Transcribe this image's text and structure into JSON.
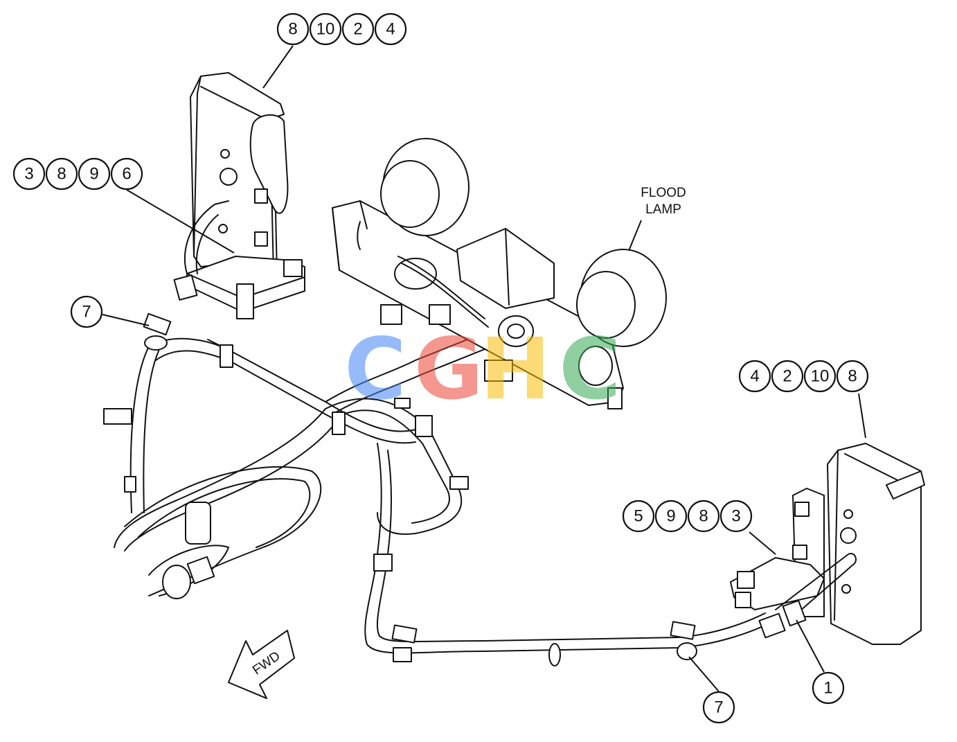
{
  "callout_groups": [
    {
      "id": "top-left-lamp",
      "numbers": [
        "8",
        "10",
        "2",
        "4"
      ]
    },
    {
      "id": "left-bracket",
      "numbers": [
        "3",
        "8",
        "9",
        "6"
      ]
    },
    {
      "id": "right-lamp",
      "numbers": [
        "4",
        "2",
        "10",
        "8"
      ]
    },
    {
      "id": "right-bracket",
      "numbers": [
        "5",
        "9",
        "8",
        "3"
      ]
    }
  ],
  "single_callouts": {
    "clip_left": "7",
    "clip_bottom": "7",
    "connector_right": "1"
  },
  "labels": {
    "flood_lamp_line1": "FLOOD",
    "flood_lamp_line2": "LAMP",
    "fwd_arrow": "FWD"
  },
  "watermark": {
    "letters": [
      "C",
      "G",
      "H",
      "C"
    ],
    "colors": [
      "#4285F4",
      "#EA4335",
      "#FBBC05",
      "#34A853"
    ]
  }
}
